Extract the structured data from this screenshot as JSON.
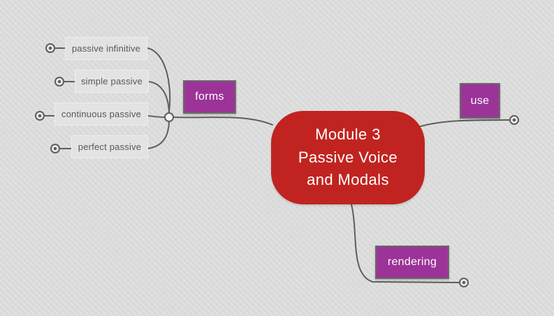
{
  "canvas": {
    "background_color": "#dbdbdb",
    "connector_color": "#5e5e5e"
  },
  "root": {
    "label": "Module 3\nPassive Voice\nand Modals",
    "background_color": "#c12420",
    "text_color": "#ffffff"
  },
  "branches": [
    {
      "label": "forms",
      "background_color": "#9c3398"
    },
    {
      "label": "use",
      "background_color": "#9c3398"
    },
    {
      "label": "rendering",
      "background_color": "#9c3398"
    }
  ],
  "leaves": [
    {
      "label": "passive infinitive"
    },
    {
      "label": "simple passive"
    },
    {
      "label": "continuous passive"
    },
    {
      "label": "perfect passive"
    }
  ],
  "icons": {
    "leaf_handle": "circle-dot-icon",
    "branch_endpoint": "circle-dot-icon",
    "collapse_hub": "circle-icon"
  }
}
